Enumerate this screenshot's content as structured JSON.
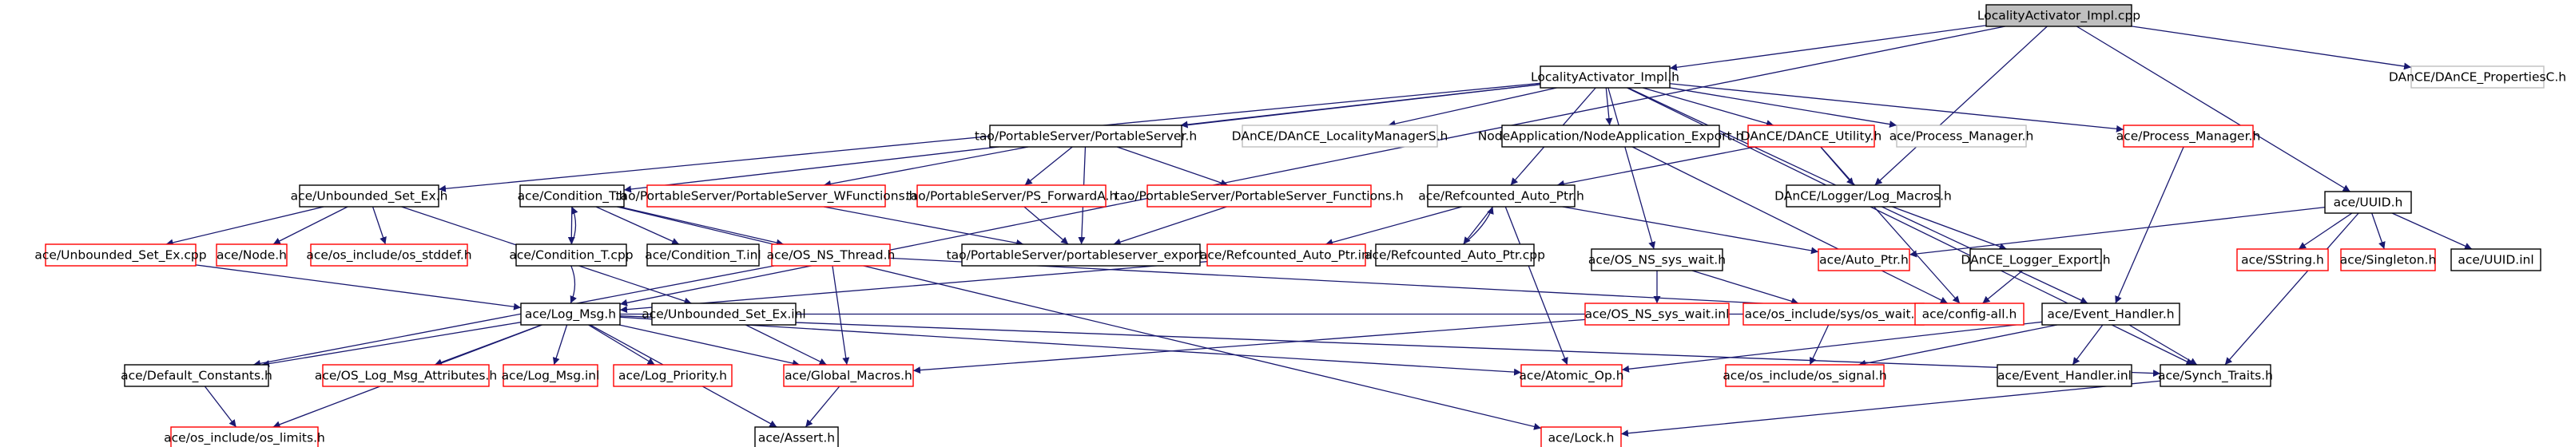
{
  "colors": {
    "background": "#ffffff",
    "edge": "#191970",
    "border_black": "#000000",
    "border_red": "#ff0000",
    "border_gray": "#bfbfbf",
    "root_fill": "#bfbfbf"
  },
  "nodes": [
    {
      "id": "root",
      "label": "LocalityActivator_Impl.cpp",
      "style": "root"
    },
    {
      "id": "impl_h",
      "label": "LocalityActivator_Impl.h",
      "style": "black"
    },
    {
      "id": "propsC",
      "label": "DAnCE/DAnCE_PropertiesC.h",
      "style": "gray"
    },
    {
      "id": "tao_ps",
      "label": "tao/PortableServer/PortableServer.h",
      "style": "black"
    },
    {
      "id": "dance_lm",
      "label": "DAnCE/DAnCE_LocalityManagerS.h",
      "style": "gray"
    },
    {
      "id": "nodeapp",
      "label": "NodeApplication/NodeApplication_Export.h",
      "style": "black"
    },
    {
      "id": "dance_util",
      "label": "DAnCE/DAnCE_Utility.h",
      "style": "red"
    },
    {
      "id": "proc_mgr_g",
      "label": "ace/Process_Manager.h",
      "style": "gray"
    },
    {
      "id": "proc_mgr_r",
      "label": "ace/Process_Manager.h",
      "style": "red"
    },
    {
      "id": "uuid",
      "label": "ace/UUID.h",
      "style": "black"
    },
    {
      "id": "unb_set_ex",
      "label": "ace/Unbounded_Set_Ex.h",
      "style": "black"
    },
    {
      "id": "cond_t",
      "label": "ace/Condition_T.h",
      "style": "black"
    },
    {
      "id": "ps_wfunc",
      "label": "tao/PortableServer/PortableServer_WFunctions.h",
      "style": "red"
    },
    {
      "id": "ps_fwd",
      "label": "tao/PortableServer/PS_ForwardA.h",
      "style": "red"
    },
    {
      "id": "ps_func",
      "label": "tao/PortableServer/PortableServer_Functions.h",
      "style": "red"
    },
    {
      "id": "refc_ptr",
      "label": "ace/Refcounted_Auto_Ptr.h",
      "style": "black"
    },
    {
      "id": "log_macros",
      "label": "DAnCE/Logger/Log_Macros.h",
      "style": "black"
    },
    {
      "id": "unb_set_cpp",
      "label": "ace/Unbounded_Set_Ex.cpp",
      "style": "red"
    },
    {
      "id": "node_h",
      "label": "ace/Node.h",
      "style": "red"
    },
    {
      "id": "stddef",
      "label": "ace/os_include/os_stddef.h",
      "style": "red"
    },
    {
      "id": "cond_cpp",
      "label": "ace/Condition_T.cpp",
      "style": "black"
    },
    {
      "id": "cond_inl",
      "label": "ace/Condition_T.inl",
      "style": "black"
    },
    {
      "id": "os_thread",
      "label": "ace/OS_NS_Thread.h",
      "style": "red"
    },
    {
      "id": "ps_export",
      "label": "tao/PortableServer/portableserver_export.h",
      "style": "black"
    },
    {
      "id": "refc_inl",
      "label": "ace/Refcounted_Auto_Ptr.inl",
      "style": "red"
    },
    {
      "id": "refc_cpp",
      "label": "ace/Refcounted_Auto_Ptr.cpp",
      "style": "black"
    },
    {
      "id": "os_sys_wait",
      "label": "ace/OS_NS_sys_wait.h",
      "style": "black"
    },
    {
      "id": "auto_ptr",
      "label": "ace/Auto_Ptr.h",
      "style": "red"
    },
    {
      "id": "logger_export",
      "label": "DAnCE_Logger_Export.h",
      "style": "black"
    },
    {
      "id": "sstring",
      "label": "ace/SString.h",
      "style": "red"
    },
    {
      "id": "singleton",
      "label": "ace/Singleton.h",
      "style": "red"
    },
    {
      "id": "uuid_inl",
      "label": "ace/UUID.inl",
      "style": "black"
    },
    {
      "id": "unb_set_inl",
      "label": "ace/Unbounded_Set_Ex.inl",
      "style": "black"
    },
    {
      "id": "log_msg",
      "label": "ace/Log_Msg.h",
      "style": "black"
    },
    {
      "id": "os_sys_wait_inl",
      "label": "ace/OS_NS_sys_wait.inl",
      "style": "red"
    },
    {
      "id": "os_inc_wait",
      "label": "ace/os_include/sys/os_wait.h",
      "style": "red"
    },
    {
      "id": "config_all",
      "label": "ace/config-all.h",
      "style": "red"
    },
    {
      "id": "event_handler",
      "label": "ace/Event_Handler.h",
      "style": "black"
    },
    {
      "id": "default_const",
      "label": "ace/Default_Constants.h",
      "style": "black"
    },
    {
      "id": "os_log_attr",
      "label": "ace/OS_Log_Msg_Attributes.h",
      "style": "red"
    },
    {
      "id": "log_msg_inl",
      "label": "ace/Log_Msg.inl",
      "style": "red"
    },
    {
      "id": "log_priority",
      "label": "ace/Log_Priority.h",
      "style": "red"
    },
    {
      "id": "global_macros",
      "label": "ace/Global_Macros.h",
      "style": "red"
    },
    {
      "id": "atomic_op",
      "label": "ace/Atomic_Op.h",
      "style": "red"
    },
    {
      "id": "os_signal",
      "label": "ace/os_include/os_signal.h",
      "style": "red"
    },
    {
      "id": "eh_inl",
      "label": "ace/Event_Handler.inl",
      "style": "black"
    },
    {
      "id": "synch_traits",
      "label": "ace/Synch_Traits.h",
      "style": "black"
    },
    {
      "id": "os_limits",
      "label": "ace/os_include/os_limits.h",
      "style": "red"
    },
    {
      "id": "assert_h",
      "label": "ace/Assert.h",
      "style": "black"
    },
    {
      "id": "lock_h",
      "label": "ace/Lock.h",
      "style": "red"
    }
  ],
  "edges": [
    [
      "root",
      "impl_h"
    ],
    [
      "root",
      "propsC"
    ],
    [
      "root",
      "uuid"
    ],
    [
      "root",
      "log_macros"
    ],
    [
      "root",
      "log_msg"
    ],
    [
      "impl_h",
      "tao_ps"
    ],
    [
      "impl_h",
      "dance_lm"
    ],
    [
      "impl_h",
      "nodeapp"
    ],
    [
      "impl_h",
      "dance_util"
    ],
    [
      "impl_h",
      "proc_mgr_g"
    ],
    [
      "impl_h",
      "proc_mgr_r"
    ],
    [
      "impl_h",
      "unb_set_ex"
    ],
    [
      "impl_h",
      "cond_t"
    ],
    [
      "impl_h",
      "refc_ptr"
    ],
    [
      "impl_h",
      "os_sys_wait"
    ],
    [
      "impl_h",
      "event_handler"
    ],
    [
      "impl_h",
      "synch_traits"
    ],
    [
      "tao_ps",
      "ps_wfunc"
    ],
    [
      "tao_ps",
      "ps_fwd"
    ],
    [
      "tao_ps",
      "ps_func"
    ],
    [
      "tao_ps",
      "ps_export"
    ],
    [
      "ps_wfunc",
      "ps_export"
    ],
    [
      "ps_fwd",
      "ps_export"
    ],
    [
      "ps_func",
      "ps_export"
    ],
    [
      "dance_util",
      "refc_ptr"
    ],
    [
      "dance_util",
      "log_macros"
    ],
    [
      "dance_util",
      "config_all"
    ],
    [
      "nodeapp",
      "config_all"
    ],
    [
      "proc_mgr_r",
      "event_handler"
    ],
    [
      "uuid",
      "auto_ptr"
    ],
    [
      "uuid",
      "sstring"
    ],
    [
      "uuid",
      "singleton"
    ],
    [
      "uuid",
      "uuid_inl"
    ],
    [
      "uuid",
      "synch_traits"
    ],
    [
      "log_macros",
      "logger_export"
    ],
    [
      "logger_export",
      "config_all"
    ],
    [
      "unb_set_ex",
      "unb_set_cpp"
    ],
    [
      "unb_set_ex",
      "node_h"
    ],
    [
      "unb_set_ex",
      "stddef"
    ],
    [
      "unb_set_ex",
      "unb_set_inl"
    ],
    [
      "unb_set_cpp",
      "log_msg"
    ],
    [
      "unb_set_inl",
      "global_macros"
    ],
    [
      "cond_t",
      "cond_cpp"
    ],
    [
      "cond_cpp",
      "cond_t"
    ],
    [
      "cond_t",
      "cond_inl"
    ],
    [
      "cond_t",
      "os_thread"
    ],
    [
      "cond_t",
      "lock_h"
    ],
    [
      "cond_cpp",
      "log_msg"
    ],
    [
      "os_thread",
      "global_macros"
    ],
    [
      "os_thread",
      "config_all"
    ],
    [
      "os_thread",
      "default_const"
    ],
    [
      "refc_ptr",
      "refc_inl"
    ],
    [
      "refc_ptr",
      "refc_cpp"
    ],
    [
      "refc_cpp",
      "refc_ptr"
    ],
    [
      "refc_ptr",
      "auto_ptr"
    ],
    [
      "refc_ptr",
      "atomic_op"
    ],
    [
      "refc_inl",
      "log_msg"
    ],
    [
      "os_sys_wait",
      "os_sys_wait_inl"
    ],
    [
      "os_sys_wait",
      "os_inc_wait"
    ],
    [
      "os_sys_wait_inl",
      "global_macros"
    ],
    [
      "os_inc_wait",
      "os_signal"
    ],
    [
      "os_inc_wait",
      "config_all"
    ],
    [
      "event_handler",
      "atomic_op"
    ],
    [
      "event_handler",
      "os_signal"
    ],
    [
      "event_handler",
      "eh_inl"
    ],
    [
      "event_handler",
      "synch_traits"
    ],
    [
      "log_msg",
      "default_const"
    ],
    [
      "log_msg",
      "os_log_attr"
    ],
    [
      "log_msg",
      "log_msg_inl"
    ],
    [
      "log_msg",
      "log_priority"
    ],
    [
      "log_msg",
      "global_macros"
    ],
    [
      "log_msg",
      "atomic_op"
    ],
    [
      "log_msg",
      "synch_traits"
    ],
    [
      "log_msg",
      "assert_h"
    ],
    [
      "log_msg",
      "os_limits"
    ],
    [
      "log_msg",
      "config_all"
    ],
    [
      "default_const",
      "os_limits"
    ],
    [
      "global_macros",
      "assert_h"
    ],
    [
      "synch_traits",
      "lock_h"
    ]
  ]
}
